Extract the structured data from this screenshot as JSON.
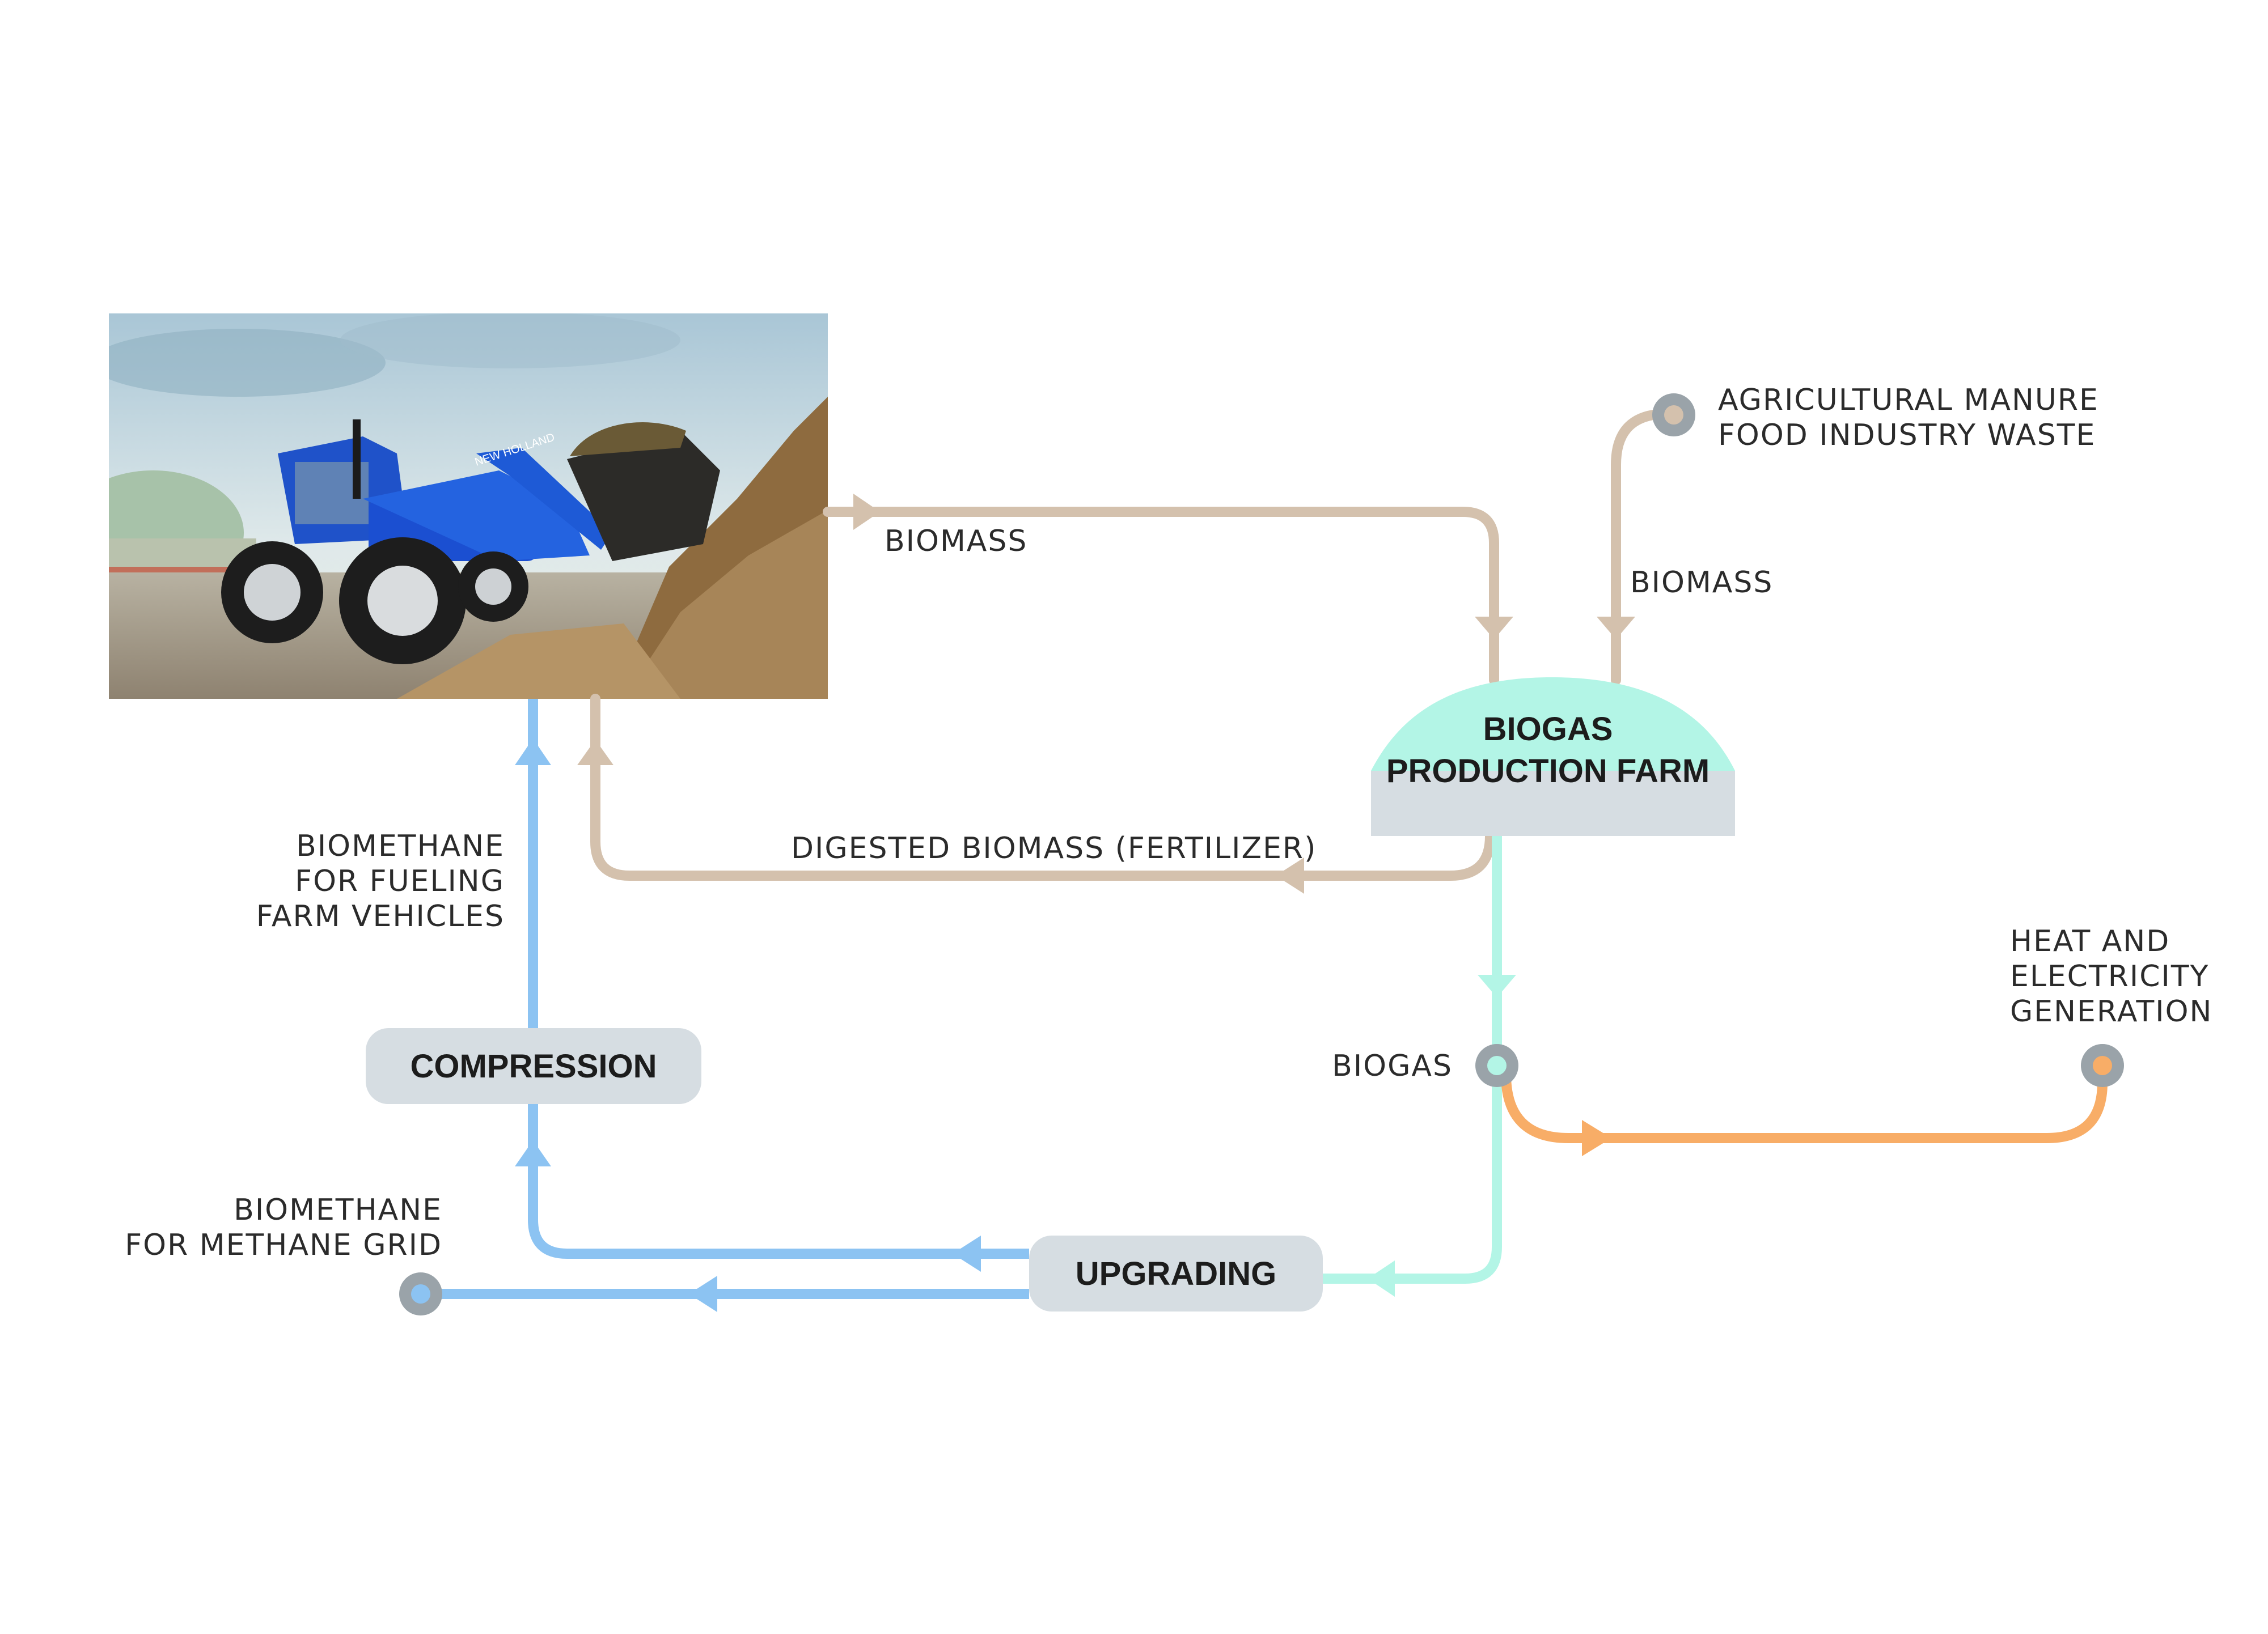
{
  "colors": {
    "biomass": "#d4c1ad",
    "biogas": "#b3f5e6",
    "biomethane": "#8cc3f2",
    "heat": "#f8ad67",
    "node_ring": "#9aa3a9",
    "box": "#d6dde2"
  },
  "photo": {
    "brand_text": "NEW HOLLAND"
  },
  "farm": {
    "line1": "BIOGAS",
    "line2": "PRODUCTION FARM"
  },
  "boxes": {
    "compression": "COMPRESSION",
    "upgrading": "UPGRADING"
  },
  "labels": {
    "biomass_top": "BIOMASS",
    "biomass_right": "BIOMASS",
    "sources": [
      "AGRICULTURAL MANURE",
      "FOOD INDUSTRY WASTE"
    ],
    "digested": "DIGESTED BIOMASS (FERTILIZER)",
    "biogas": "BIOGAS",
    "heat": [
      "HEAT AND",
      "ELECTRICITY",
      "GENERATION"
    ],
    "fueling": [
      "BIOMETHANE",
      "FOR FUELING",
      "FARM VEHICLES"
    ],
    "grid": [
      "BIOMETHANE",
      "FOR METHANE GRID"
    ]
  }
}
